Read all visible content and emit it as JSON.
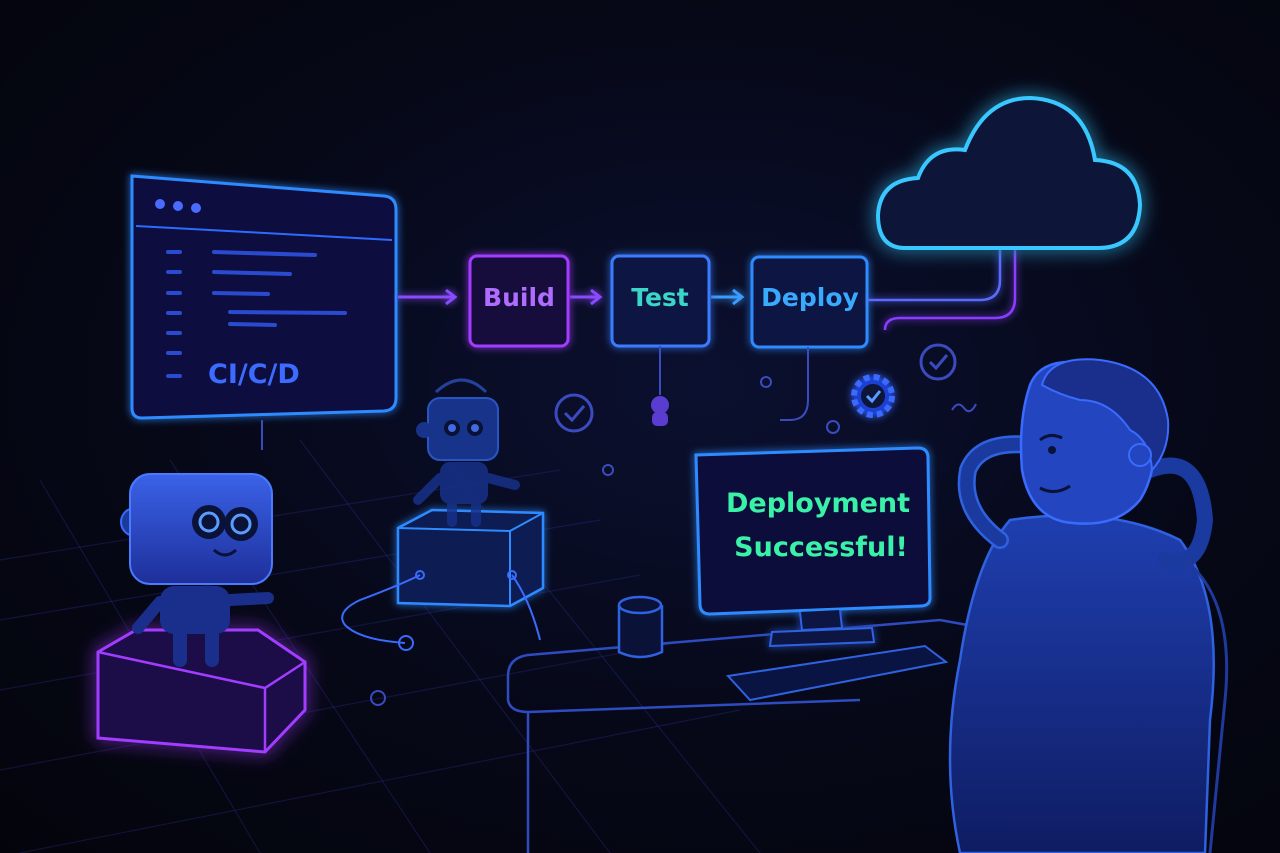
{
  "editor": {
    "label": "CI/C/D"
  },
  "pipeline": {
    "stages": [
      {
        "label": "Build"
      },
      {
        "label": "Test"
      },
      {
        "label": "Deploy"
      }
    ]
  },
  "monitor": {
    "message_line1": "Deployment",
    "message_line2": "Successful!"
  },
  "colors": {
    "blue": "#3b7bff",
    "cyan": "#3ad1ff",
    "purple": "#a23cff",
    "green": "#39f2a8"
  },
  "icons": [
    "cloud-icon",
    "gear-check-icon",
    "check-circle-icon",
    "robot-icon",
    "person-illustration"
  ]
}
